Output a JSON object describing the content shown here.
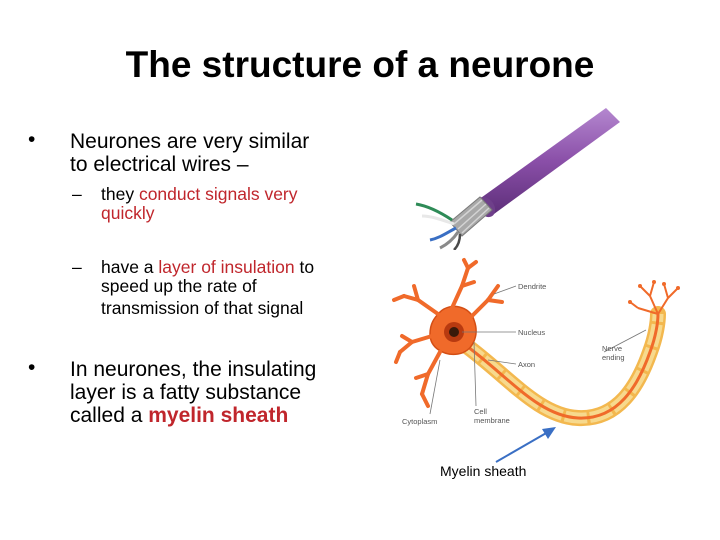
{
  "title": "The structure of a neurone",
  "bullets": [
    {
      "marker": "•",
      "line1": "Neurones are very similar",
      "line2": "to electrical wires –",
      "subs": [
        {
          "marker": "–",
          "pre": "they ",
          "highlight": "conduct signals very",
          "line2": "quickly"
        },
        {
          "marker": "–",
          "pre": "have a ",
          "highlight": "layer of insulation",
          "post": " to",
          "line2": "speed up the rate of",
          "line3": "transmission of that signal"
        }
      ]
    },
    {
      "marker": "•",
      "line1": "In neurones, the insulating",
      "line2": "layer is a fatty substance",
      "line3_pre": "called a  ",
      "line3_highlight": "myelin sheath"
    }
  ],
  "diagram": {
    "labels": {
      "dendrite": "Dendrite",
      "nucleus": "Nucleus",
      "axon": "Axon",
      "nerve_ending_1": "Nerve",
      "nerve_ending_2": "ending",
      "cytoplasm": "Cytoplasm",
      "cell_membrane_1": "Cell",
      "cell_membrane_2": "membrane"
    },
    "caption": "Myelin sheath"
  },
  "colors": {
    "accent_red": "#c0262c",
    "cable_purple": "#8a4fa8",
    "neuron_orange": "#f06a2a",
    "myelin_yellow": "#f7c86a",
    "arrow_blue": "#3a6fc4"
  },
  "icons": [
    "electrical-cable-image",
    "neuron-diagram"
  ]
}
